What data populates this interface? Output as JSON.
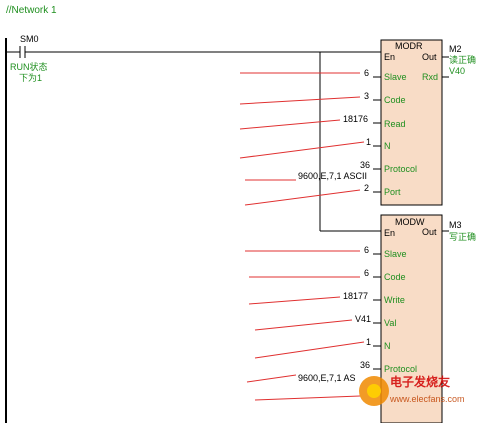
{
  "network_title": "//Network 1",
  "contact": {
    "name": "SM0",
    "comment_line1": "RUN状态",
    "comment_line2": "下为1"
  },
  "block_modr": {
    "title": "MODR",
    "en": "En",
    "out": "Out",
    "out_coil": "M2",
    "out_coil_comment": "读正确",
    "rxd_label": "Rxd",
    "rxd_value": "V40",
    "pins": [
      {
        "name": "Slave",
        "value": "6"
      },
      {
        "name": "Code",
        "value": "3"
      },
      {
        "name": "Read",
        "value": "18176"
      },
      {
        "name": "N",
        "value": "1"
      },
      {
        "name": "Protocol",
        "value": "36"
      },
      {
        "name": "Port",
        "value": "2"
      }
    ],
    "protocol_note": "9600,E,7,1 ASCII"
  },
  "block_modw": {
    "title": "MODW",
    "en": "En",
    "out": "Out",
    "out_coil": "M3",
    "out_coil_comment": "写正确",
    "pins": [
      {
        "name": "Slave",
        "value": "6"
      },
      {
        "name": "Code",
        "value": "6"
      },
      {
        "name": "Write",
        "value": "18177"
      },
      {
        "name": "Val",
        "value": "V41"
      },
      {
        "name": "N",
        "value": "1"
      },
      {
        "name": "Protocol",
        "value": "36"
      }
    ],
    "protocol_note": "9600,E,7,1 AS"
  },
  "watermark": {
    "line1": "电子发烧友",
    "line2": "www.elecfans.com"
  },
  "colors": {
    "text_green": "#1f8f1f",
    "block_fill": "#f8dcc6",
    "annotation_red": "#e03030",
    "watermark_orange": "#f08a00"
  }
}
